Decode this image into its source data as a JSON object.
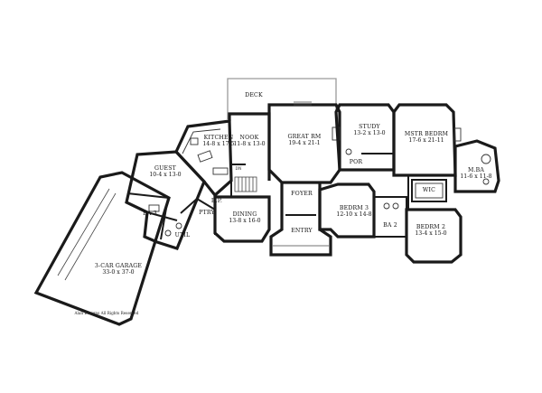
{
  "rooms": {
    "deck": {
      "name": "DECK",
      "dims": ""
    },
    "kitchen": {
      "name": "KITCHEN",
      "dims": "14-8 x 17-5"
    },
    "nook": {
      "name": "NOOK",
      "dims": "11-8 x 13-0"
    },
    "greatrm": {
      "name": "GREAT RM",
      "dims": "19-4 x 21-1"
    },
    "study": {
      "name": "STUDY",
      "dims": "13-2 x 13-0"
    },
    "mstr": {
      "name": "MSTR BEDRM",
      "dims": "17-6 x 21-11"
    },
    "mba": {
      "name": "M.BA",
      "dims": "11-6 x 11-8"
    },
    "guest": {
      "name": "GUEST",
      "dims": "10-4 x 13-0"
    },
    "ba3": {
      "name": "BA 3",
      "dims": ""
    },
    "bp": {
      "name": "B.P.",
      "dims": ""
    },
    "dn": {
      "name": "DN",
      "dims": ""
    },
    "ptry": {
      "name": "PTRY",
      "dims": ""
    },
    "util": {
      "name": "UTIL",
      "dims": ""
    },
    "dining": {
      "name": "DINING",
      "dims": "13-8 x 16-0"
    },
    "foyer": {
      "name": "FOYER",
      "dims": ""
    },
    "entry": {
      "name": "ENTRY",
      "dims": ""
    },
    "por": {
      "name": "POR",
      "dims": ""
    },
    "wic": {
      "name": "WIC",
      "dims": ""
    },
    "bedrm3": {
      "name": "BEDRM 3",
      "dims": "12-10 x 14-8"
    },
    "ba2": {
      "name": "BA 2",
      "dims": ""
    },
    "bedrm2": {
      "name": "BEDRM 2",
      "dims": "13-4 x 15-0"
    },
    "garage": {
      "name": "3-CAR GARAGE",
      "dims": "33-0 x 37-0"
    }
  },
  "copyright": "Alan Designs All Rights Reserved"
}
